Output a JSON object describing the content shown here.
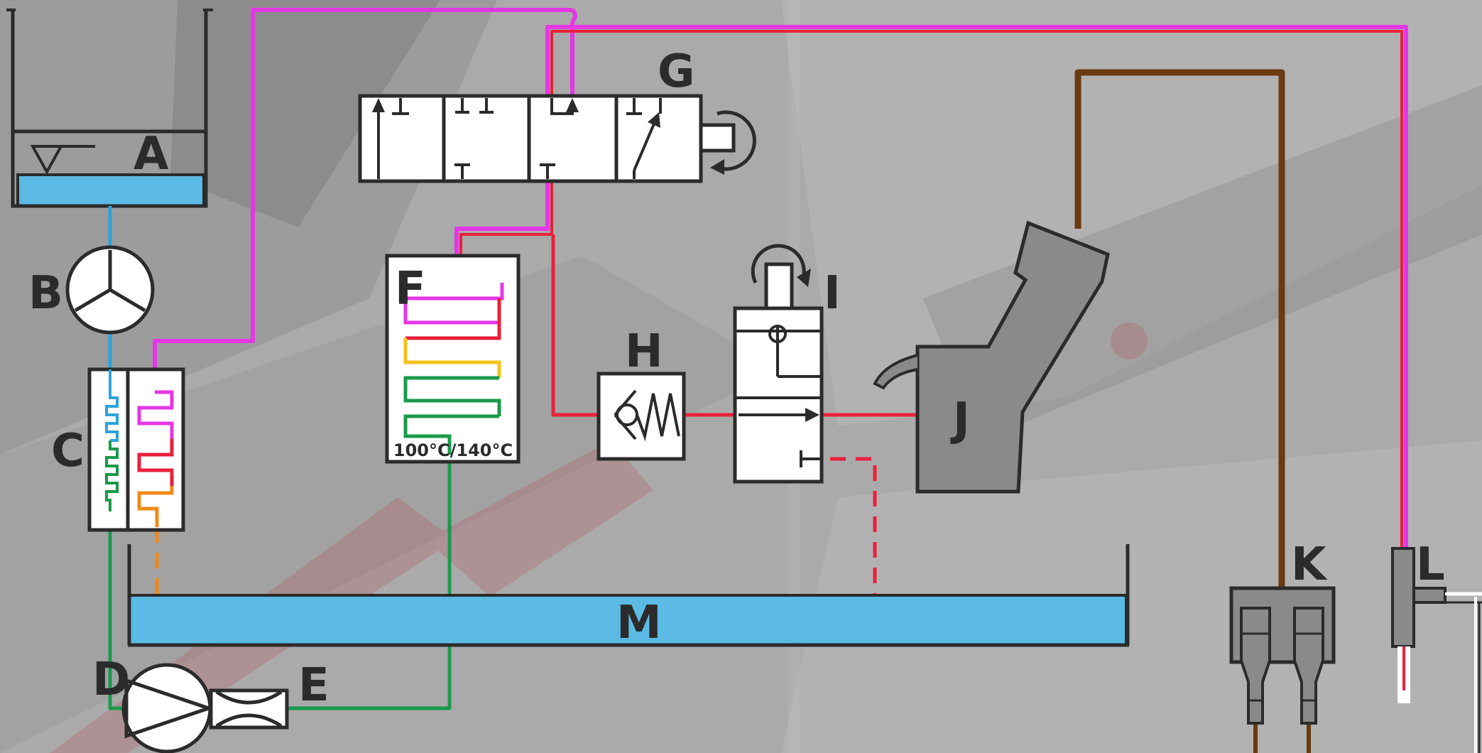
{
  "labels": {
    "A": "A",
    "B": "B",
    "C": "C",
    "D": "D",
    "E": "E",
    "F": "F",
    "G": "G",
    "H": "H",
    "I": "I",
    "J": "J",
    "K": "K",
    "L": "L",
    "M": "M"
  },
  "heater_temperature": "100°C/140°C",
  "colors": {
    "water": "#5bbbe4",
    "outline": "#2b2b2b",
    "magenta": "#e536e5",
    "red": "#e8213a",
    "brown": "#6b3a10",
    "green": "#1a9a4a",
    "yellow": "#f4c21a",
    "orange": "#ef8a1a",
    "blue": "#2aa4dc",
    "gray_part": "#8a8a8a",
    "background": "#a9a9a9"
  }
}
